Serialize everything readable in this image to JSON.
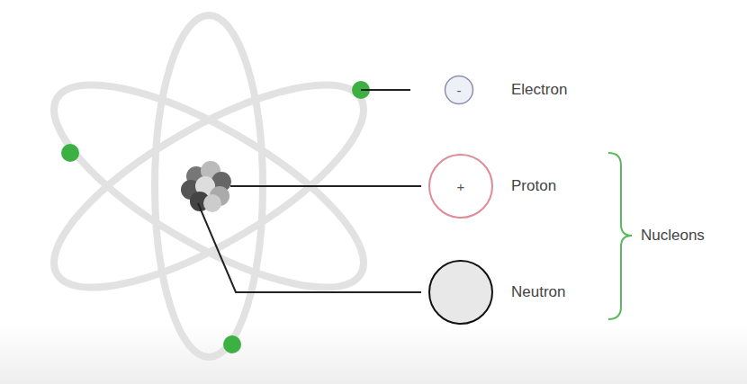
{
  "diagram": {
    "nodes": [
      {
        "text": [
          "-",
          "Electron"
        ]
      },
      {
        "text": [
          "+",
          "Proton"
        ]
      },
      {
        "text": [
          "Neutron"
        ]
      }
    ],
    "labels": [
      "Nucleons"
    ]
  }
}
